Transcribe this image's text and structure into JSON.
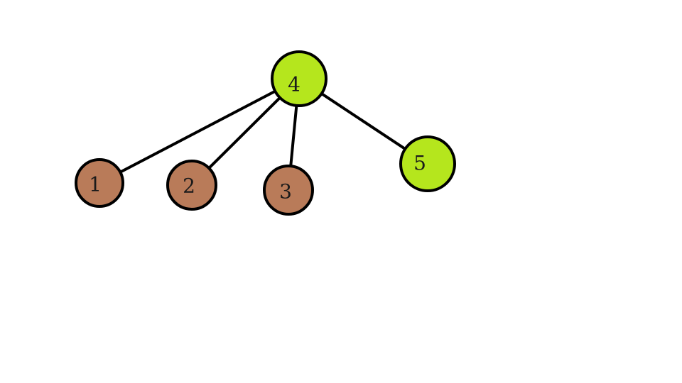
{
  "graph": {
    "palette": {
      "leaf": "#b97b59",
      "hub": "#b5e61d",
      "edge": "#000000"
    },
    "nodes": [
      {
        "id": "1",
        "label": "1",
        "kind": "leaf"
      },
      {
        "id": "2",
        "label": "2",
        "kind": "leaf"
      },
      {
        "id": "3",
        "label": "3",
        "kind": "leaf"
      },
      {
        "id": "4",
        "label": "4",
        "kind": "hub"
      },
      {
        "id": "5",
        "label": "5",
        "kind": "hub"
      }
    ],
    "edges": [
      {
        "from": "4",
        "to": "1"
      },
      {
        "from": "4",
        "to": "2"
      },
      {
        "from": "4",
        "to": "3"
      },
      {
        "from": "4",
        "to": "5"
      }
    ]
  }
}
